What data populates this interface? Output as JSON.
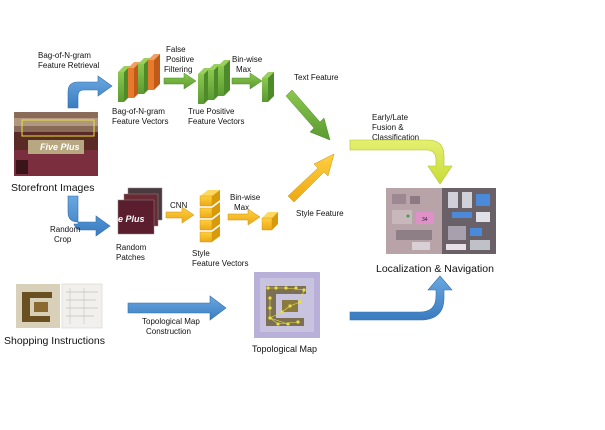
{
  "labels": {
    "bag_retrieval": [
      "Bag-of-N-gram",
      "Feature Retrieval"
    ],
    "false_positive": [
      "False",
      "Positive",
      "Filtering"
    ],
    "binwise_max_top": [
      "Bin-wise",
      "Max"
    ],
    "text_feature": "Text Feature",
    "bag_vectors": [
      "Bag-of-N-gram",
      "Feature Vectors"
    ],
    "true_positive": [
      "True Positive",
      "Feature Vectors"
    ],
    "fusion": [
      "Early/Late",
      "Fusion &",
      "Classification"
    ],
    "storefront_images": "Storefront Images",
    "storefront_sign": "Five Plus",
    "patch_sign": "e Plus",
    "cnn": "CNN",
    "binwise_max_mid": [
      "Bin-wise",
      "Max"
    ],
    "style_feature": "Style Feature",
    "random_crop": [
      "Random",
      "Crop"
    ],
    "random_patches": [
      "Random",
      "Patches"
    ],
    "style_vectors": [
      "Style",
      "Feature Vectors"
    ],
    "localization": "Localization & Navigation",
    "topological_construction": [
      "Topological Map",
      "Construction"
    ],
    "shopping_instructions": "Shopping Instructions",
    "topological_map": "Topological Map"
  },
  "colors": {
    "green": "#6aad3d",
    "green_dark": "#4c8a2a",
    "orange": "#e87a2e",
    "yellow": "#f5b51c",
    "yellow_dark": "#d89a0a",
    "blue": "#4a8fd0",
    "lime": "#d6e84a"
  }
}
